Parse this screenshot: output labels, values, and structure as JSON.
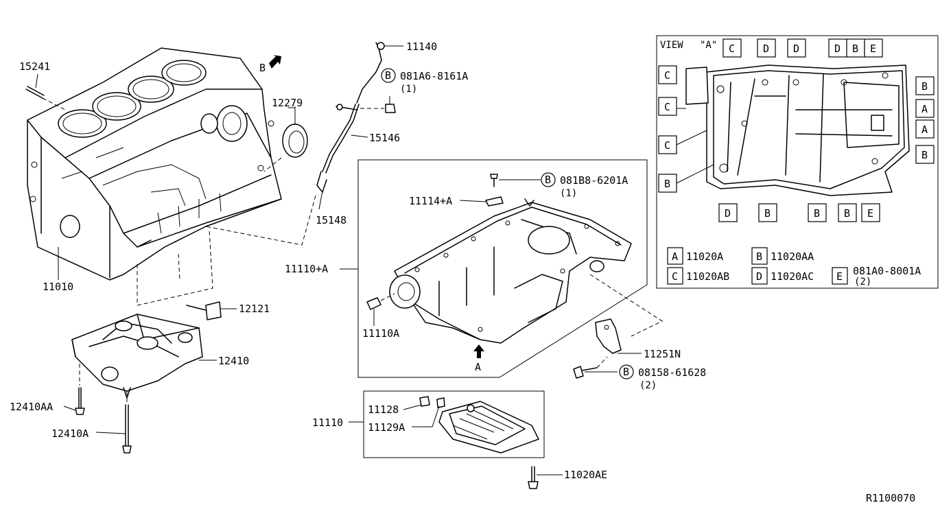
{
  "view": {
    "title": "VIEW",
    "ref": "\"A\""
  },
  "callouts": {
    "c15241": "15241",
    "c11010": "11010",
    "c12279": "12279",
    "c11140": "11140",
    "c15146": "15146",
    "c15148": "15148",
    "c12121": "12121",
    "c12410": "12410",
    "c12410AA": "12410AA",
    "c12410A": "12410A",
    "c11110A": "11110A",
    "c11110pA": "11110+A",
    "c11114pA": "11114+A",
    "c11251N": "11251N",
    "c11128": "11128",
    "c11129A": "11129A",
    "c11110": "11110",
    "c11020AE": "11020AE",
    "arrowA": "A",
    "arrowB": "B",
    "b081A6": "081A6-8161A",
    "q081A6": "(1)",
    "b081B8": "081B8-6201A",
    "q081B8": "(1)",
    "b08158": "08158-61628",
    "q08158": "(2)",
    "circB": "B"
  },
  "legend": [
    {
      "letter": "A",
      "part": "11020A"
    },
    {
      "letter": "B",
      "part": "11020AA"
    },
    {
      "letter": "C",
      "part": "11020AB"
    },
    {
      "letter": "D",
      "part": "11020AC"
    },
    {
      "letter": "E",
      "part": "081A0-8001A",
      "qty": "(2)"
    }
  ],
  "view_boxes": {
    "top": [
      "C",
      "D",
      "D",
      "D",
      "B",
      "E"
    ],
    "left": [
      "C",
      "C",
      "C",
      "B"
    ],
    "right": [
      "B",
      "A",
      "A",
      "B"
    ],
    "bottom": [
      "D",
      "B",
      "B",
      "B",
      "E"
    ]
  },
  "figure_id": "R1100070"
}
